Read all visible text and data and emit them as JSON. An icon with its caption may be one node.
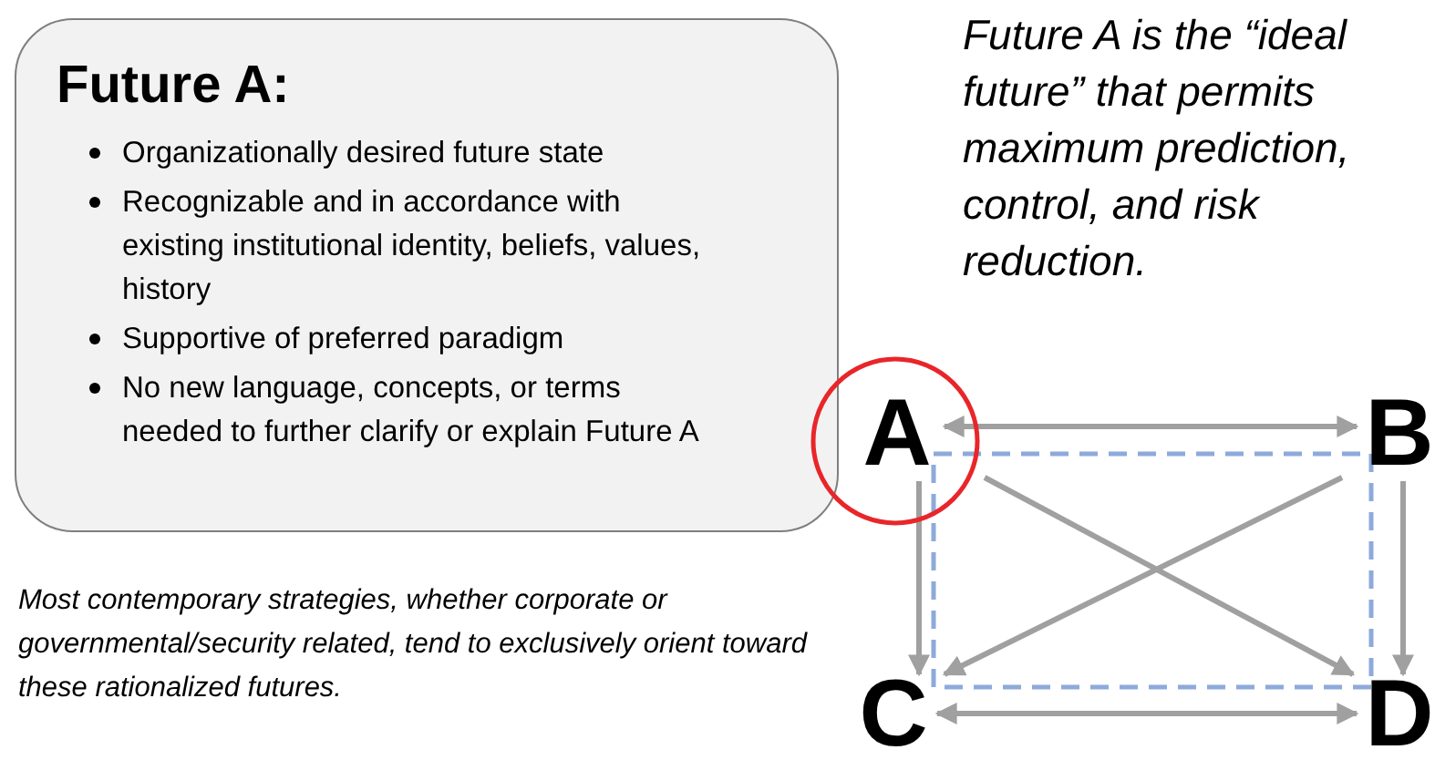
{
  "diagram": {
    "nodes": [
      {
        "text": [
          "Future A:",
          "Organizationally desired future state",
          "Recognizable and in accordance with existing institutional identity, beliefs, values, history",
          "Supportive of preferred paradigm",
          "No new language, concepts, or terms needed to further clarify or explain Future A"
        ]
      },
      {
        "text": [
          "A"
        ]
      },
      {
        "text": [
          "B"
        ]
      },
      {
        "text": [
          "C"
        ]
      },
      {
        "text": [
          "D"
        ]
      }
    ],
    "edges": [
      {
        "from": 1,
        "to": 2,
        "arrow": "both"
      },
      {
        "from": 1,
        "to": 3,
        "arrow": "to"
      },
      {
        "from": 1,
        "to": 4,
        "arrow": "to"
      },
      {
        "from": 2,
        "to": 3,
        "arrow": "to"
      },
      {
        "from": 2,
        "to": 4,
        "arrow": "to"
      },
      {
        "from": 3,
        "to": 4,
        "arrow": "both"
      }
    ],
    "labels": [
      "Future A is the “ideal future” that permits maximum prediction, control, and risk reduction.",
      "Most contemporary strategies, whether corporate or governmental/security related, tend to exclusively orient toward these rationalized futures."
    ]
  }
}
